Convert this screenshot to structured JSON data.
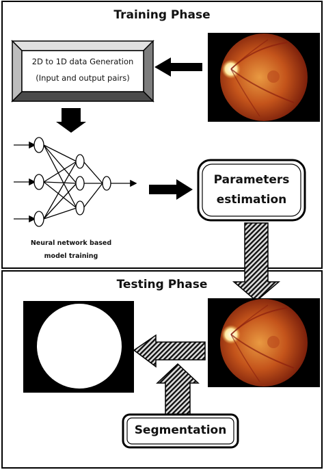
{
  "training": {
    "title": "Training Phase",
    "generation_box": {
      "line1": "2D to 1D data Generation",
      "line2": "(Input and output  pairs)"
    },
    "nn_caption": {
      "line1": "Neural network based",
      "line2": "model training"
    },
    "params_box": {
      "line1": "Parameters",
      "line2": "estimation"
    }
  },
  "testing": {
    "title": "Testing Phase",
    "segmentation_label": "Segmentation"
  },
  "colors": {
    "fundus_outer": "#7a1f0b",
    "fundus_mid": "#c4541b",
    "fundus_center": "#e99a42",
    "optic_disc": "#fff3c4",
    "vessel": "#8a1e0e",
    "stripe_dark": "#111111",
    "stripe_light": "#dddddd"
  }
}
